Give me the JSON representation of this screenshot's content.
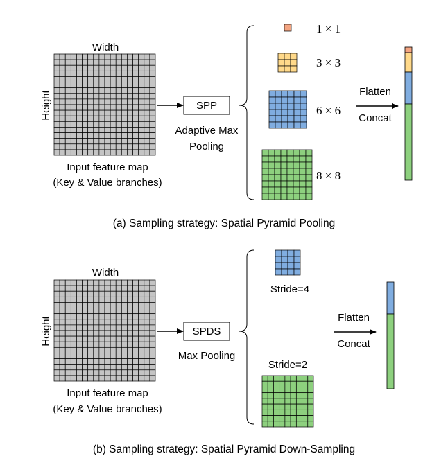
{
  "colors": {
    "input_grid": "#c4c4c4",
    "level_1x1": "#f4a582",
    "level_3x3": "#ffd98a",
    "level_6x6": "#80ade0",
    "level_8x8": "#8dd07e",
    "stride4": "#80ade0",
    "stride2": "#8dd07e"
  },
  "panel_a": {
    "width_label": "Width",
    "height_label": "Height",
    "input_label_line1": "Input feature map",
    "input_label_line2": "(Key & Value branches)",
    "op_box_label": "SPP",
    "op_label_line1": "Adaptive Max",
    "op_label_line2": "Pooling",
    "levels": [
      {
        "label": "1 × 1",
        "size": 1
      },
      {
        "label": "3 × 3",
        "size": 3
      },
      {
        "label": "6 × 6",
        "size": 6
      },
      {
        "label": "8 × 8",
        "size": 8
      }
    ],
    "flatten_label": "Flatten",
    "concat_label": "Concat",
    "caption": "(a) Sampling strategy: Spatial Pyramid Pooling"
  },
  "panel_b": {
    "width_label": "Width",
    "height_label": "Height",
    "input_label_line1": "Input feature map",
    "input_label_line2": "(Key & Value branches)",
    "op_box_label": "SPDS",
    "op_label": "Max Pooling",
    "stride4_label": "Stride=4",
    "stride2_label": "Stride=2",
    "flatten_label": "Flatten",
    "concat_label": "Concat",
    "caption": "(b) Sampling strategy: Spatial Pyramid Down-Sampling"
  }
}
